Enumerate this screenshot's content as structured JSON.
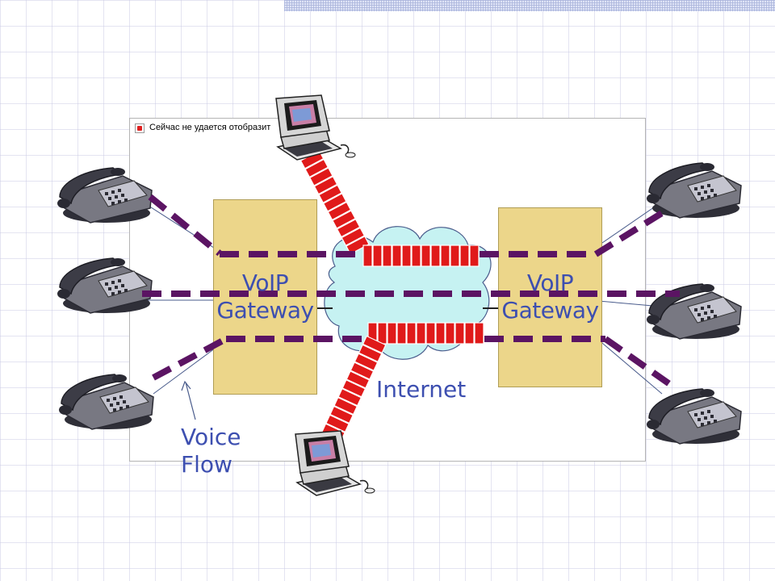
{
  "placeholder": {
    "broken_image_text": "Сейчас не удается отобразить р"
  },
  "gateways": [
    {
      "line1": "VoIP",
      "line2": "Gateway"
    },
    {
      "line1": "VoIP",
      "line2": "Gateway"
    }
  ],
  "labels": {
    "internet": "Internet",
    "voice_flow_line1": "Voice",
    "voice_flow_line2": "Flow"
  },
  "colors": {
    "gateway_fill": "#ecd68a",
    "cloud_fill": "#c6f2f2",
    "voice_flow_dash": "#5b1463",
    "data_flow_blocks": "#e01a1a",
    "label_text": "#3d4fb0"
  }
}
